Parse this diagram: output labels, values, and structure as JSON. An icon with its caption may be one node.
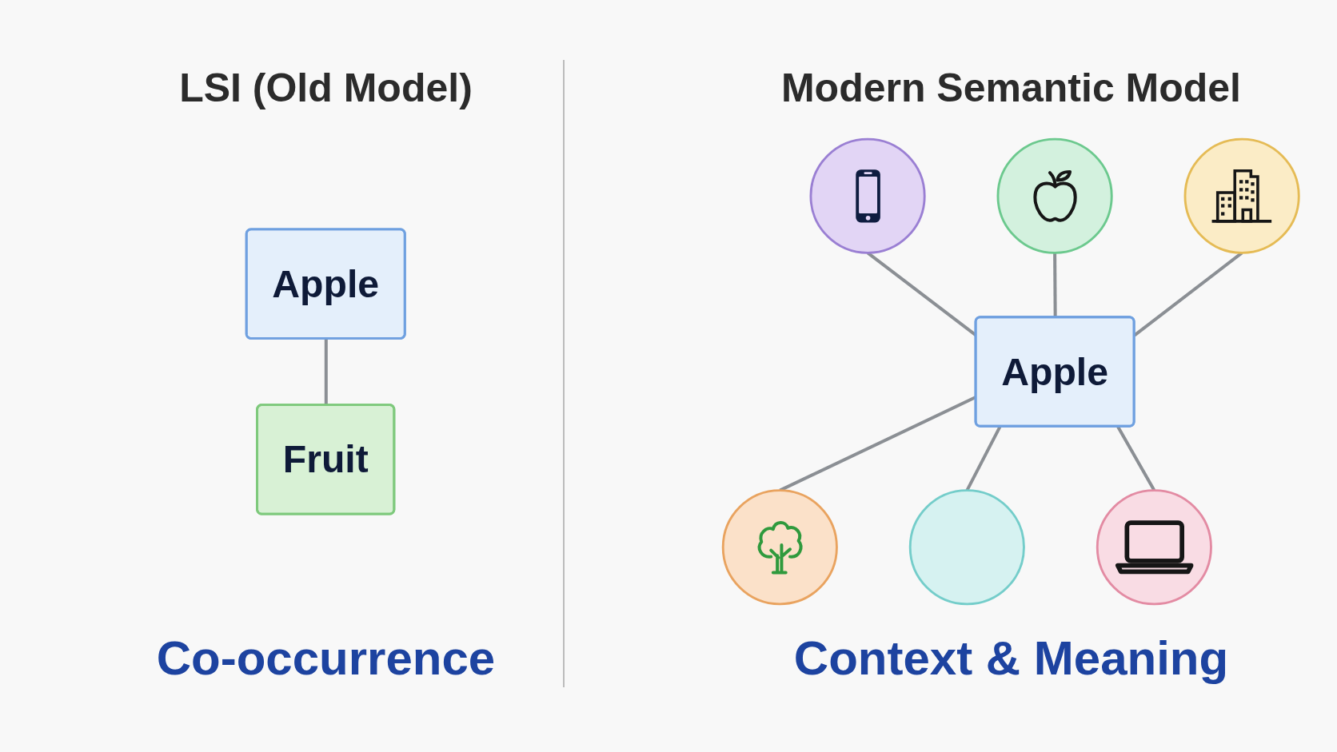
{
  "diagram": {
    "nodes": [
      {
        "text": [
          "Apple"
        ]
      },
      {
        "text": [
          "Fruit"
        ]
      },
      {
        "text": [],
        "shape": "circle"
      },
      {
        "text": [],
        "shape": "circle"
      },
      {
        "text": [],
        "shape": "circle"
      },
      {
        "text": [
          "Apple"
        ]
      },
      {
        "text": [],
        "shape": "circle"
      },
      {
        "text": [],
        "shape": "circle"
      },
      {
        "text": [],
        "shape": "circle"
      }
    ],
    "edges": [
      {
        "from": 0,
        "to": 1,
        "arrow": "none"
      },
      {
        "from": 3,
        "to": 5,
        "arrow": "none"
      },
      {
        "from": 2,
        "to": 5,
        "arrow": "none"
      },
      {
        "from": 4,
        "to": 5,
        "arrow": "none"
      },
      {
        "from": 5,
        "to": 6,
        "arrow": "none"
      },
      {
        "from": 5,
        "to": 8,
        "arrow": "none"
      },
      {
        "from": 5,
        "to": 7,
        "arrow": "none"
      }
    ],
    "labels": [
      "LSI (Old Model)",
      "Modern Semantic Model",
      "Co-occurrence",
      "Context & Meaning"
    ]
  }
}
